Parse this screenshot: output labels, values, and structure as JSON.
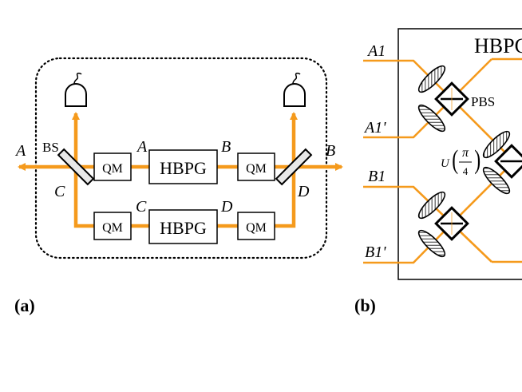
{
  "panel_a": {
    "caption": "(a)",
    "hbpg_top": "HBPG",
    "hbpg_bottom": "HBPG",
    "qm_labels": [
      "QM",
      "QM",
      "QM",
      "QM"
    ],
    "bs_label": "BS",
    "port_labels": {
      "A_left": "A",
      "B_right": "B",
      "C_left": "C",
      "D_right": "D",
      "A_top": "A",
      "B_top": "B",
      "C_bottom": "C",
      "D_bottom": "D"
    }
  },
  "panel_b": {
    "caption": "(b)",
    "title": "HBPG",
    "inputs": [
      "A1",
      "A1'",
      "B1",
      "B1'"
    ],
    "pbs_label": "PBS",
    "unitary_label": "U",
    "unitary_numerator": "π",
    "unitary_denominator": "4"
  },
  "colors": {
    "beam": "#f59a1c",
    "line": "#000000",
    "background": "#ffffff"
  }
}
